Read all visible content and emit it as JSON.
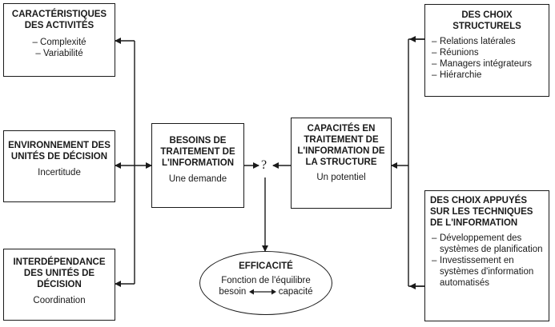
{
  "left": {
    "activities": {
      "title": "CARACTÉRISTIQUES DES ACTIVITÉS",
      "items": [
        "Complexité",
        "Variabilité"
      ]
    },
    "environment": {
      "title": "ENVIRONNEMENT DES UNITÉS DE DÉCISION",
      "sub": "Incertitude"
    },
    "interdependence": {
      "title": "INTERDÉPENDANCE DES UNITÉS DE DÉCISION",
      "sub": "Coordination"
    }
  },
  "center": {
    "needs": {
      "title": "BESOINS DE TRAITEMENT DE L'INFORMATION",
      "sub": "Une demande"
    },
    "question": "?",
    "capacities": {
      "title": "CAPACITÉS EN TRAITEMENT DE L'INFORMATION DE LA STRUCTURE",
      "sub": "Un potentiel"
    },
    "efficiency": {
      "title": "EFFICACITÉ",
      "line1": "Fonction de l'équilibre",
      "left_word": "besoin",
      "right_word": "capacité"
    }
  },
  "right": {
    "structural": {
      "title": "DES CHOIX STRUCTURELS",
      "items": [
        "Relations latérales",
        "Réunions",
        "Managers intégrateurs",
        "Hiérarchie"
      ]
    },
    "techniques": {
      "title": "DES CHOIX APPUYÉS SUR LES TECHNIQUES DE L'INFORMATION",
      "items": [
        "Développement des systèmes de planification",
        "Investissement en systèmes d'information automatisés"
      ]
    }
  }
}
